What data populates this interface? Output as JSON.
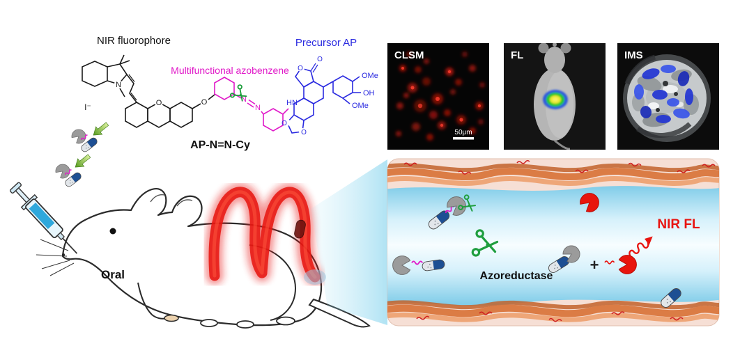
{
  "scheme": {
    "fluorophore_label": "NIR fluorophore",
    "azobenzene_label": "Multifunctional azobenzene",
    "precursor_label": "Precursor AP",
    "compound_label": "AP-N=N-Cy",
    "counterion": "I⁻",
    "atoms": {
      "n_indole": "N",
      "o_xanthene": "O",
      "o_ether": "O",
      "azo_n1": "N",
      "azo_n2": "N",
      "nh": "HN",
      "o_lactone": "O",
      "o_carbonyl": "O",
      "ome_top": "OMe",
      "oh_mid": "OH",
      "ome_bottom": "OMe",
      "o_dioxole_1": "O",
      "o_dioxole_2": "O"
    }
  },
  "micrographs": {
    "clsm": {
      "label": "CLSM",
      "scalebar": "50μm"
    },
    "fl": {
      "label": "FL"
    },
    "ims": {
      "label": "IMS"
    }
  },
  "mouse_scene": {
    "route_label": "Oral"
  },
  "gut_scene": {
    "enzyme_label": "Azoreductase",
    "plus_sign": "+",
    "signal_label": "NIR FL"
  },
  "colors": {
    "azobenzene_magenta": "#e018c8",
    "precursor_blue": "#2a2ae0",
    "signal_red": "#e81410",
    "scissors_green": "#1f9e3e",
    "capsule_blue": "#1d4f93",
    "beam_cyan": "#7fd2ec",
    "colon_red": "#e81812",
    "muscle_orange": "#d9763d"
  }
}
